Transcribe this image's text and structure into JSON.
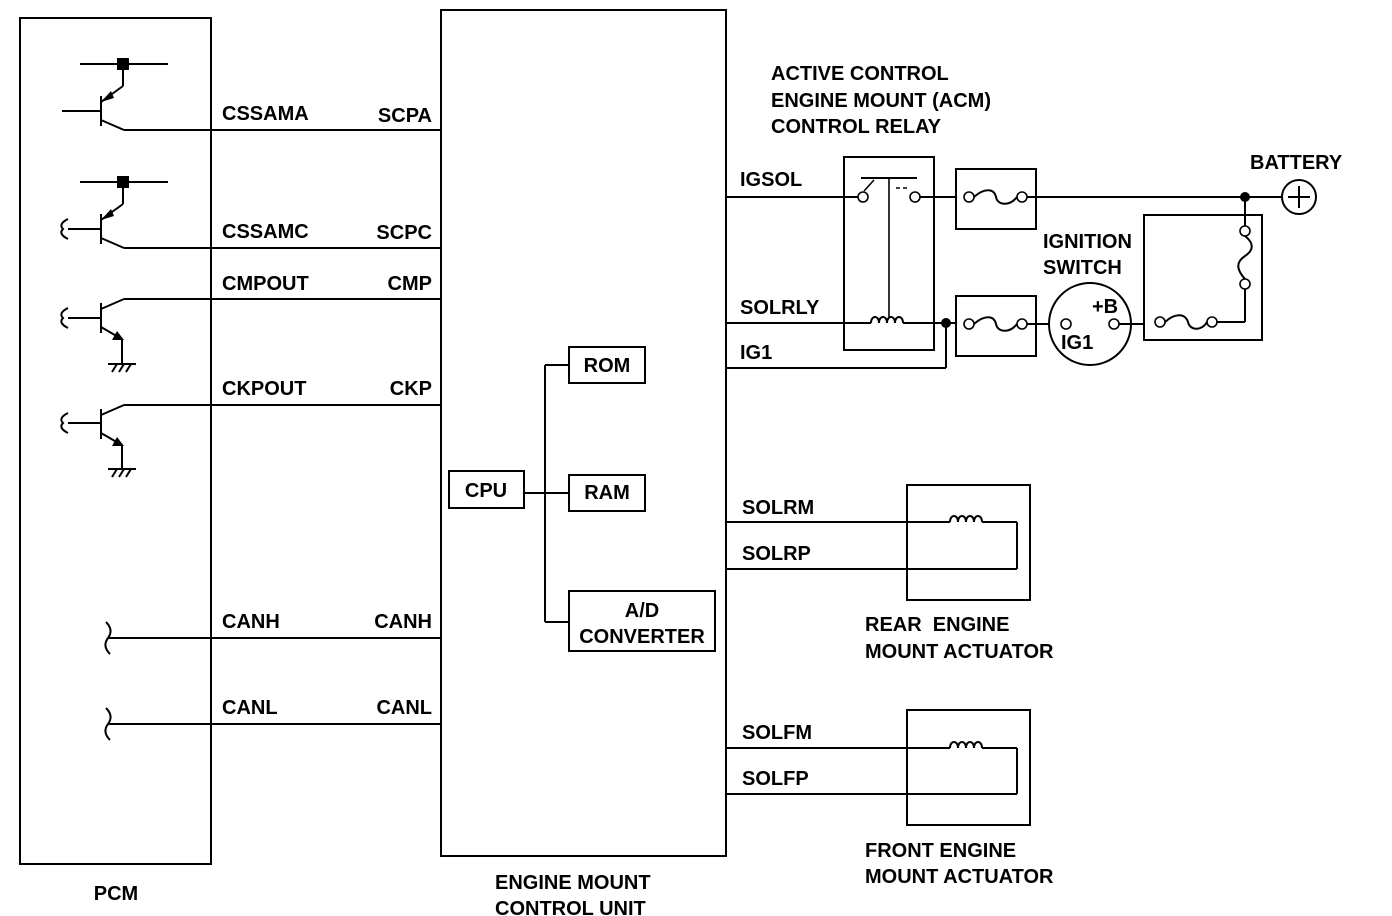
{
  "pcm": {
    "label": "PCM",
    "signals": [
      "CSSAMA",
      "CSSAMC",
      "CMPOUT",
      "CKPOUT",
      "CANH",
      "CANL"
    ]
  },
  "ecu": {
    "label_line1": "ENGINE MOUNT",
    "label_line2": "CONTROL UNIT",
    "pins_left": [
      "SCPA",
      "SCPC",
      "CMP",
      "CKP",
      "CANH",
      "CANL"
    ],
    "pins_right": [
      "IGSOL",
      "SOLRLY",
      "IG1",
      "SOLRM",
      "SOLRP",
      "SOLFM",
      "SOLFP"
    ],
    "cpu": "CPU",
    "rom": "ROM",
    "ram": "RAM",
    "adc_line1": "A/D",
    "adc_line2": "CONVERTER"
  },
  "relay": {
    "line1": "ACTIVE CONTROL",
    "line2": "ENGINE MOUNT (ACM)",
    "line3": "CONTROL RELAY"
  },
  "battery": {
    "label": "BATTERY"
  },
  "ignition": {
    "line1": "IGNITION",
    "line2": "SWITCH",
    "pin_b": "+B",
    "pin_ig1": "IG1"
  },
  "rear_actuator": {
    "line1": "REAR  ENGINE",
    "line2": "MOUNT ACTUATOR"
  },
  "front_actuator": {
    "line1": "FRONT ENGINE",
    "line2": "MOUNT ACTUATOR"
  }
}
